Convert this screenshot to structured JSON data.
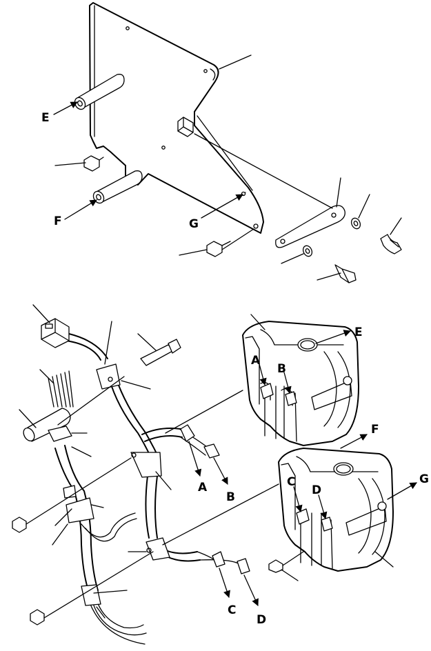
{
  "callouts": {
    "A": "A",
    "B": "B",
    "C": "C",
    "D": "D",
    "E": "E",
    "F": "F",
    "G": "G"
  }
}
